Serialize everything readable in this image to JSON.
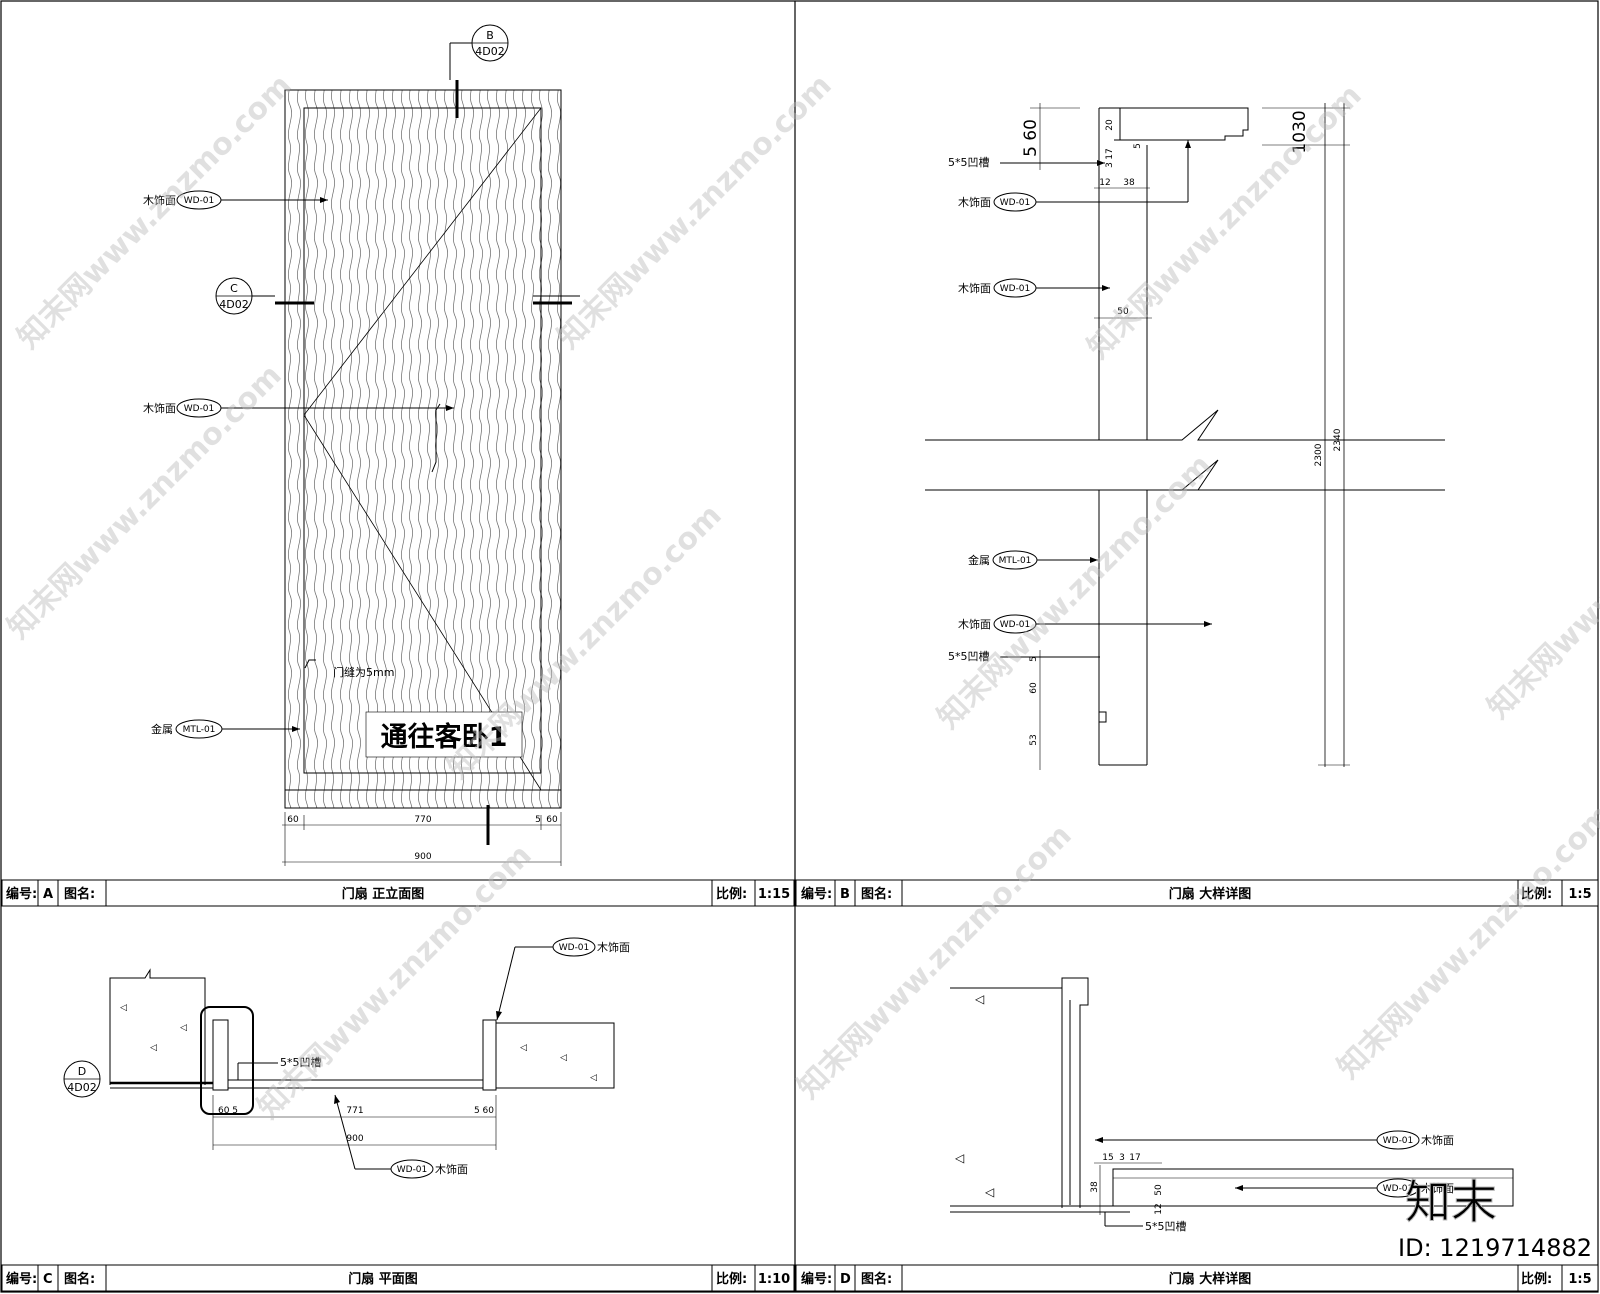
{
  "title_blocks": [
    {
      "code_label": "编号:",
      "code": "A",
      "name_label": "图名:",
      "name": "门扇 正立面图",
      "scale_label": "比例:",
      "scale": "1:15"
    },
    {
      "code_label": "编号:",
      "code": "B",
      "name_label": "图名:",
      "name": "门扇 大样详图",
      "scale_label": "比例:",
      "scale": "1:5"
    },
    {
      "code_label": "编号:",
      "code": "C",
      "name_label": "图名:",
      "name": "门扇 平面图",
      "scale_label": "比例:",
      "scale": "1:10"
    },
    {
      "code_label": "编号:",
      "code": "D",
      "name_label": "图名:",
      "name": "门扇 大样详图",
      "scale_label": "比例:",
      "scale": "1:5"
    }
  ],
  "panel_a": {
    "callout_b": {
      "top": "B",
      "bottom": "4D02"
    },
    "callout_c": {
      "top": "C",
      "bottom": "4D02"
    },
    "wood_label": "木饰面",
    "wood_code": "WD-01",
    "wood_label_2": "木饰面",
    "wood_code_2": "WD-01",
    "metal_label": "金属",
    "metal_code": "MTL-01",
    "gap_note": "门缝为5mm",
    "sign_text": "通往客卧1",
    "dims": {
      "left": "60",
      "middle": "770",
      "right": "60",
      "right_gap": "5",
      "total": "900"
    }
  },
  "panel_b": {
    "groove_label": "5*5凹槽",
    "groove_label_2": "5*5凹槽",
    "wood_label": "木饰面",
    "wood_code": "WD-01",
    "wood_label_2": "木饰面",
    "wood_code_2": "WD-01",
    "wood_label_3": "木饰面",
    "wood_code_3": "WD-01",
    "metal_label": "金属",
    "metal_code": "MTL-01",
    "dims": {
      "top_big": "5 60",
      "top_right": "1030",
      "d20": "20",
      "d17": "17",
      "d3": "3",
      "d5": "5",
      "d12": "12",
      "d38": "38",
      "d50": "50",
      "h2300": "2300",
      "h2340": "2340",
      "d5b": "5",
      "d60": "60",
      "d53": "53"
    }
  },
  "panel_c": {
    "callout_d": {
      "top": "D",
      "bottom": "4D02"
    },
    "wood_label": "木饰面",
    "wood_code": "WD-01",
    "wood_label_2": "木饰面",
    "wood_code_2": "WD-01",
    "groove_label": "5*5凹槽",
    "dims": {
      "left": "60 5",
      "middle": "771",
      "right": "5 60",
      "total": "900"
    }
  },
  "panel_d": {
    "wood_label": "木饰面",
    "wood_code": "WD-01",
    "wood_label_2": "木饰面",
    "wood_code_2": "WD-01",
    "groove_label": "5*5凹槽",
    "dims": {
      "d15": "15",
      "d3": "3",
      "d17": "17",
      "d38": "38",
      "d12": "12",
      "d50": "50"
    }
  },
  "watermark": {
    "text": "知末网www.znzmo.com",
    "brand": "知末",
    "id_text": "ID: 1219714882"
  }
}
